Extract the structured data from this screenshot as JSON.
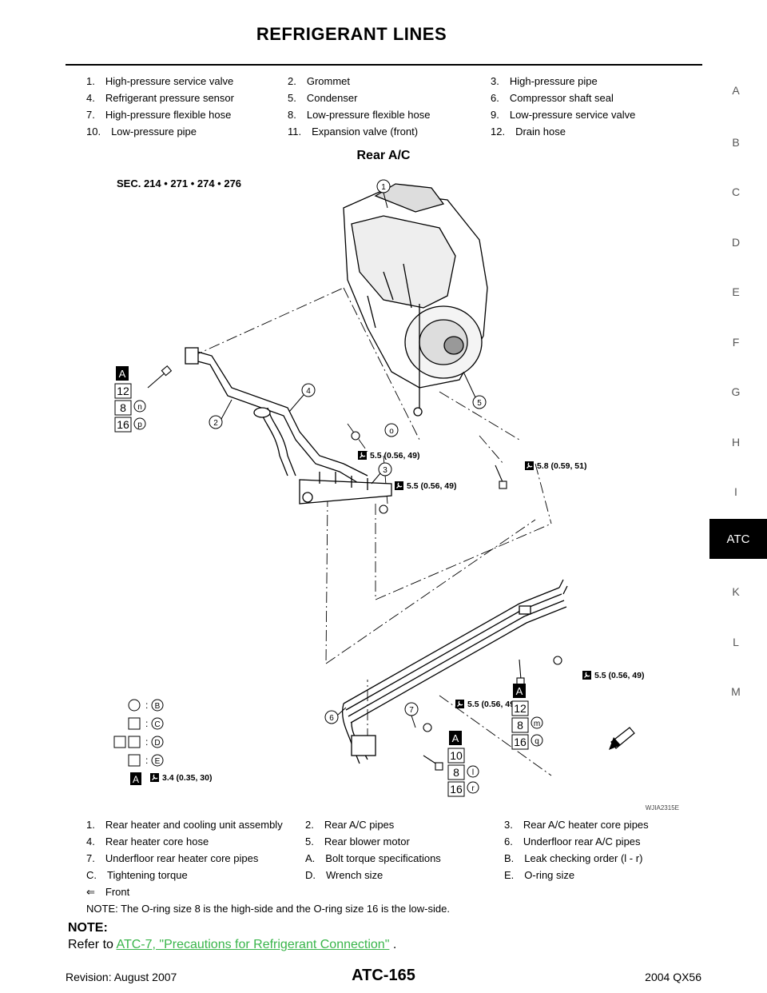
{
  "page_title": "REFRIGERANT LINES",
  "parts_top": [
    [
      "1. High-pressure service valve",
      "2. Grommet",
      "3. High-pressure pipe"
    ],
    [
      "4. Refrigerant pressure sensor",
      "5. Condenser",
      "6. Compressor shaft seal"
    ],
    [
      "7. High-pressure flexible hose",
      "8. Low-pressure flexible hose",
      "9. Low-pressure service valve"
    ],
    [
      "10. Low-pressure pipe",
      "11. Expansion valve (front)",
      "12. Drain hose"
    ]
  ],
  "section_title": "Rear A/C",
  "figure": {
    "sec_label": "SEC. 214 • 271 • 274 • 276",
    "callouts": [
      "1",
      "2",
      "3",
      "4",
      "5",
      "6",
      "7",
      "o"
    ],
    "torques": {
      "t1": "5.5 (0.56, 49)",
      "t2": "5.5 (0.56, 49)",
      "t3": "5.8 (0.59, 51)",
      "t4": "5.5 (0.56, 49)",
      "t5": "5.5 (0.56, 49)",
      "t6": "3.4 (0.35, 30)"
    },
    "tag_left": {
      "letter": "A",
      "n1": "12",
      "n2": "8",
      "l2": "n",
      "n3": "16",
      "l3": "p"
    },
    "tag_right1": {
      "letter": "A",
      "n1": "12",
      "n2": "8",
      "l2": "m",
      "n3": "16",
      "l3": "q"
    },
    "tag_right2": {
      "letter": "A",
      "n1": "10",
      "n2": "8",
      "l2": "l",
      "n3": "16",
      "l3": "r"
    },
    "legend": {
      "b": "B",
      "c": "C",
      "d": "D",
      "e": "E",
      "a": "A",
      "colon": ":"
    },
    "code": "WJIA2315E"
  },
  "parts_bottom": [
    [
      "1. Rear heater and cooling unit assembly",
      "2. Rear A/C pipes",
      "3. Rear A/C heater core pipes"
    ],
    [
      "4. Rear heater core hose",
      "5. Rear blower motor",
      "6. Underfloor rear A/C pipes"
    ],
    [
      "7. Underfloor rear heater core pipes",
      "A. Bolt torque specifications",
      "B. Leak checking order (l - r)"
    ],
    [
      "C. Tightening torque",
      "D. Wrench size",
      "E. O-ring size"
    ]
  ],
  "front_label": "⇐ Front",
  "oring_note": "NOTE: The O-ring size 8 is the high-side and the O-ring size 16 is the low-side.",
  "note_head": "NOTE:",
  "note_prefix": "Refer to ",
  "note_link": "ATC-7, \"Precautions for Refrigerant Connection\"",
  "note_suffix": " .",
  "footer": {
    "revision": "Revision: August 2007",
    "page": "ATC-165",
    "model": "2004 QX56"
  },
  "side_index": [
    "A",
    "B",
    "C",
    "D",
    "E",
    "F",
    "G",
    "H",
    "I",
    "ATC",
    "K",
    "L",
    "M"
  ],
  "side_active": "ATC"
}
